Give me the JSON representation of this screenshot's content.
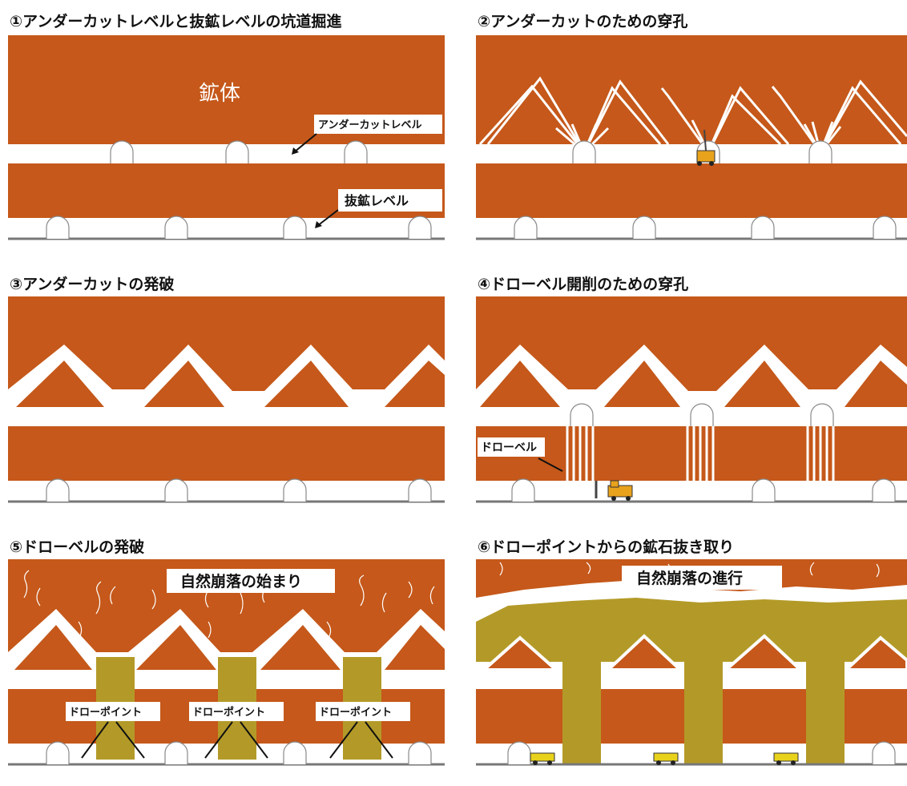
{
  "colors": {
    "ore": "#C5581A",
    "tunnel": "#FFFFFF",
    "ground_line": "#777777",
    "rubble": "#B39A28",
    "text": "#111111"
  },
  "panels": [
    {
      "title": "①アンダーカットレベルと抜鉱レベルの坑道掘進",
      "ore_label": "鉱体",
      "undercut_label": "アンダーカットレベル",
      "extraction_label": "抜鉱レベル"
    },
    {
      "title": "②アンダーカットのための穿孔"
    },
    {
      "title": "③アンダーカットの発破"
    },
    {
      "title": "④ドローベル開削のための穿孔",
      "drawbell_label": "ドローベル"
    },
    {
      "title": "⑤ドローベルの発破",
      "caving_label": "自然崩落の始まり",
      "drawpoint_labels": [
        "ドローポイント",
        "ドローポイント",
        "ドローポイント"
      ]
    },
    {
      "title": "⑥ドローポイントからの鉱石抜き取り",
      "caving_label": "自然崩落の進行"
    }
  ]
}
